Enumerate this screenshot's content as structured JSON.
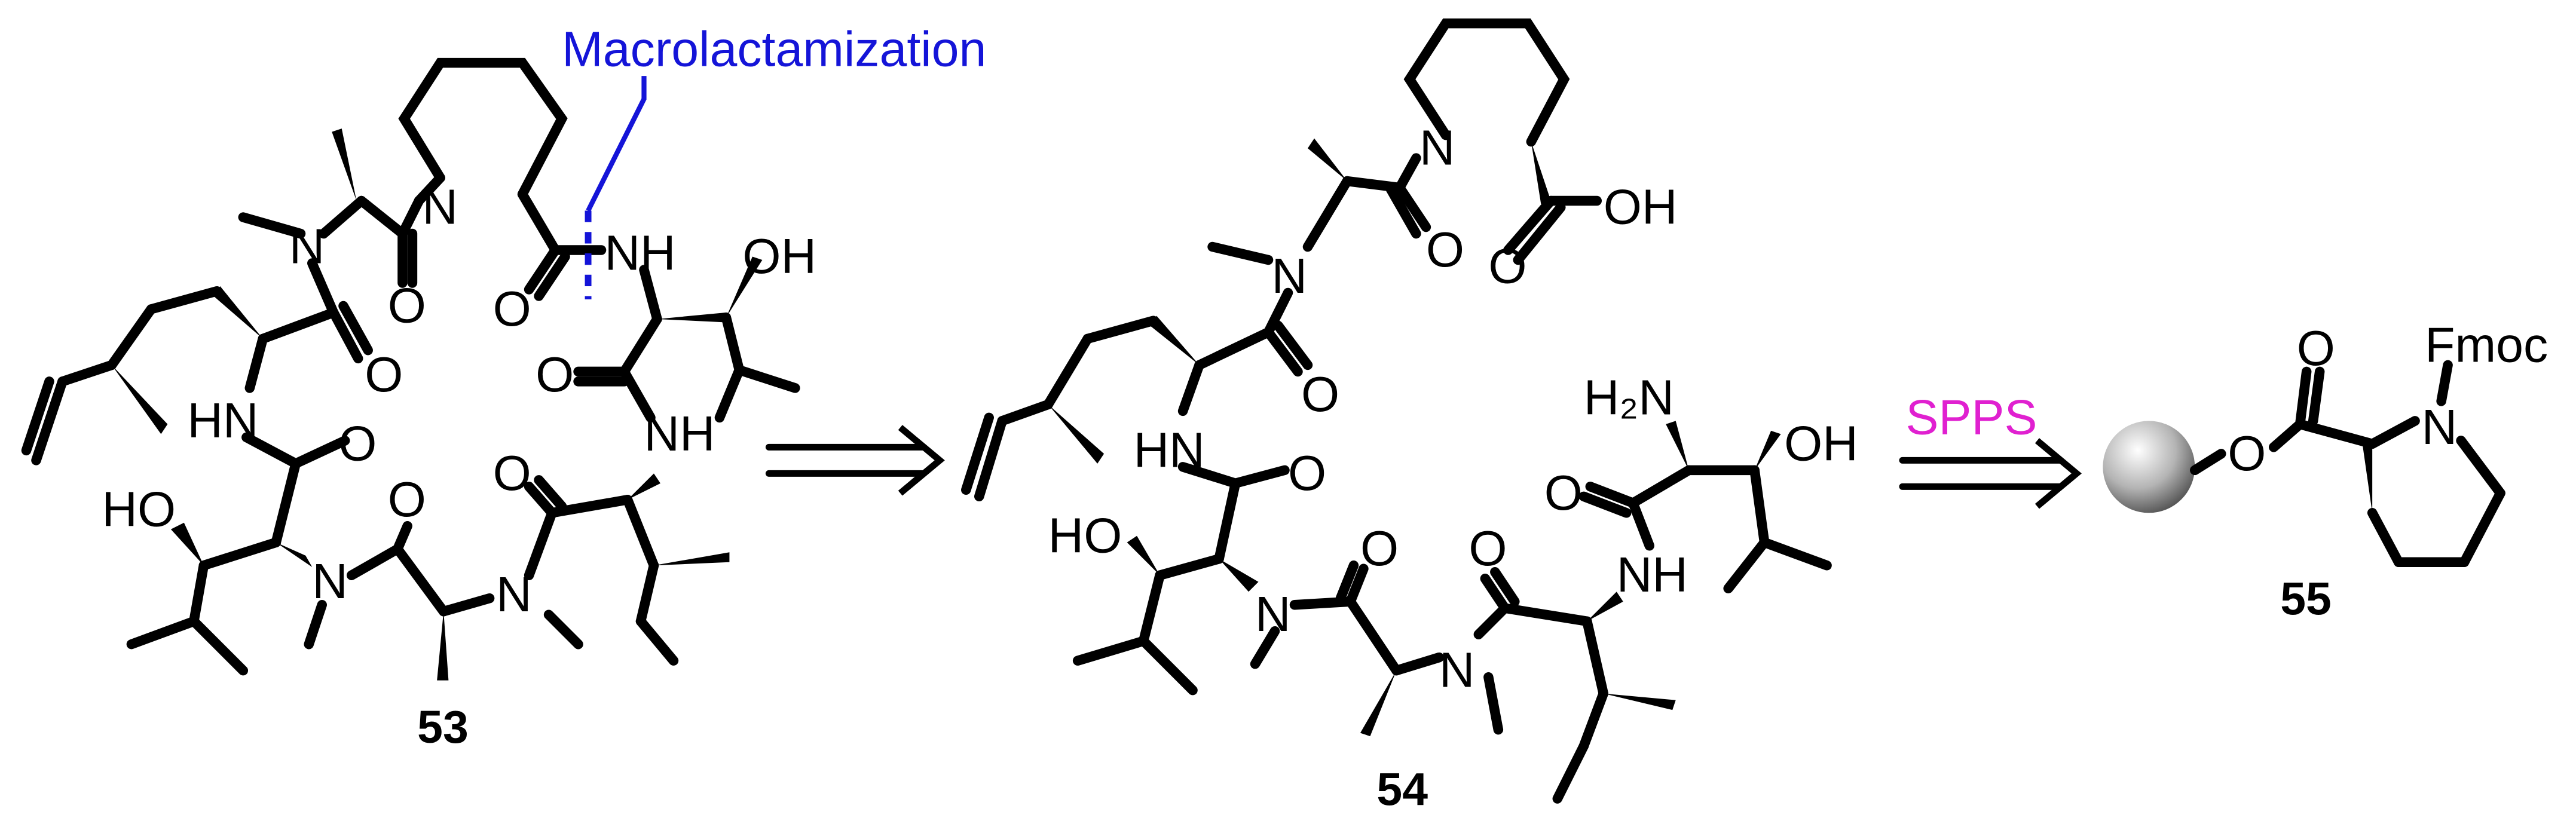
{
  "scheme": {
    "disconnection_label": "Macrolactamization",
    "method_label": "SPPS",
    "colors": {
      "disconnection": "#1414d8",
      "method": "#e020d0",
      "bead": "#9a9a9a"
    },
    "compounds": [
      {
        "id": "53"
      },
      {
        "id": "54"
      },
      {
        "id": "55",
        "protecting_group": "Fmoc"
      }
    ],
    "atom_labels": {
      "N": "N",
      "NH": "NH",
      "HN": "HN",
      "OH": "OH",
      "HO": "HO",
      "O": "O",
      "H2N": "H₂N"
    },
    "arrows": [
      "retrosynthetic-arrow",
      "retrosynthetic-arrow"
    ]
  }
}
